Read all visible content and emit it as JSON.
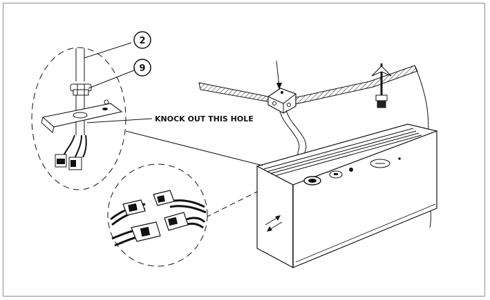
{
  "diagram": {
    "callouts": [
      {
        "id": "callout-2",
        "text": "2"
      },
      {
        "id": "callout-9",
        "text": "9"
      }
    ],
    "annotation": "KNOCK OUT THIS HOLE",
    "colors": {
      "line": "#111111",
      "frame": "#8f8f8f",
      "hatch": "#444444"
    }
  }
}
